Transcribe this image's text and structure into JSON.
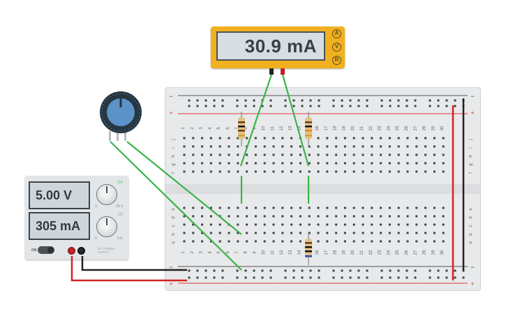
{
  "multimeter": {
    "reading": "30.9 mA",
    "modes": [
      "A",
      "V",
      "R"
    ]
  },
  "power_supply": {
    "voltage_display": "5.00 V",
    "current_display": "305 mA",
    "cv_label": "CV",
    "cc_label": "CC",
    "voltage_knob_scale": [
      "0",
      "30 V"
    ],
    "current_knob_scale": [
      "0",
      "5 A"
    ],
    "on_label": "ON",
    "brand": [
      "DC POWER",
      "SUPPLY"
    ]
  },
  "breadboard": {
    "column_numbers": [
      "1",
      "2",
      "3",
      "4",
      "5",
      "6",
      "7",
      "8",
      "9",
      "10",
      "11",
      "12",
      "13",
      "14",
      "15",
      "16",
      "17",
      "18",
      "19",
      "20",
      "21",
      "22",
      "23",
      "24",
      "25",
      "26",
      "27",
      "28",
      "29",
      "30"
    ],
    "top_row_letters": [
      "j",
      "i",
      "h",
      "g",
      "f"
    ],
    "bottom_row_letters": [
      "e",
      "d",
      "c",
      "b",
      "a"
    ],
    "rail_minus": "−",
    "rail_plus": "+"
  },
  "colors": {
    "meter_body": "#f1b01f",
    "wire_green": "#3bb34a",
    "wire_red": "#d42222",
    "wire_black": "#222222",
    "pot_blue": "#5b93c9",
    "rail_red": "#e0393b"
  }
}
